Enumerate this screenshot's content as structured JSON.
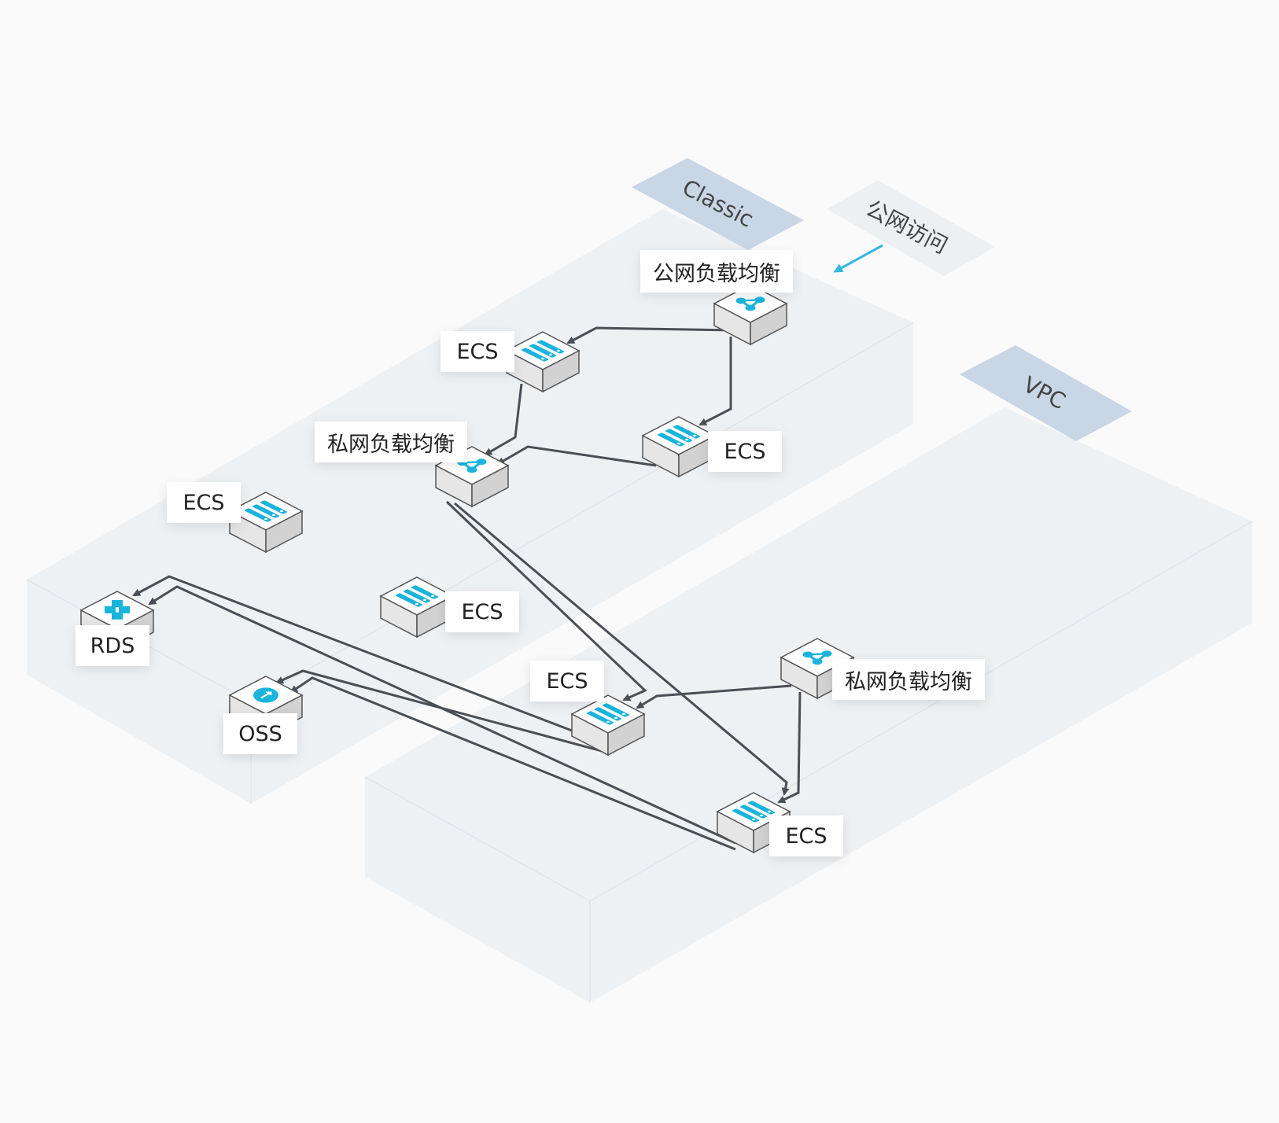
{
  "zones": {
    "classic": "Classic",
    "vpc": "VPC",
    "public_access": "公网访问"
  },
  "nodes": {
    "public_slb": "公网负载均衡",
    "ecs_1": "ECS",
    "ecs_2": "ECS",
    "private_slb_classic": "私网负载均衡",
    "ecs_3": "ECS",
    "rds": "RDS",
    "ecs_4": "ECS",
    "oss": "OSS",
    "ecs_5": "ECS",
    "private_slb_vpc": "私网负载均衡",
    "ecs_6": "ECS"
  },
  "colors": {
    "accent": "#1ab4dc",
    "zone_fill": "#eef1f4",
    "zone_tag": "#c8d6e6",
    "link": "#4a4f55",
    "public_arrow": "#35b8dd"
  },
  "icons": {
    "load_balancer": "share-nodes-icon",
    "ecs": "server-rack-icon",
    "rds": "database-cubes-icon",
    "oss": "cloud-storage-icon"
  }
}
